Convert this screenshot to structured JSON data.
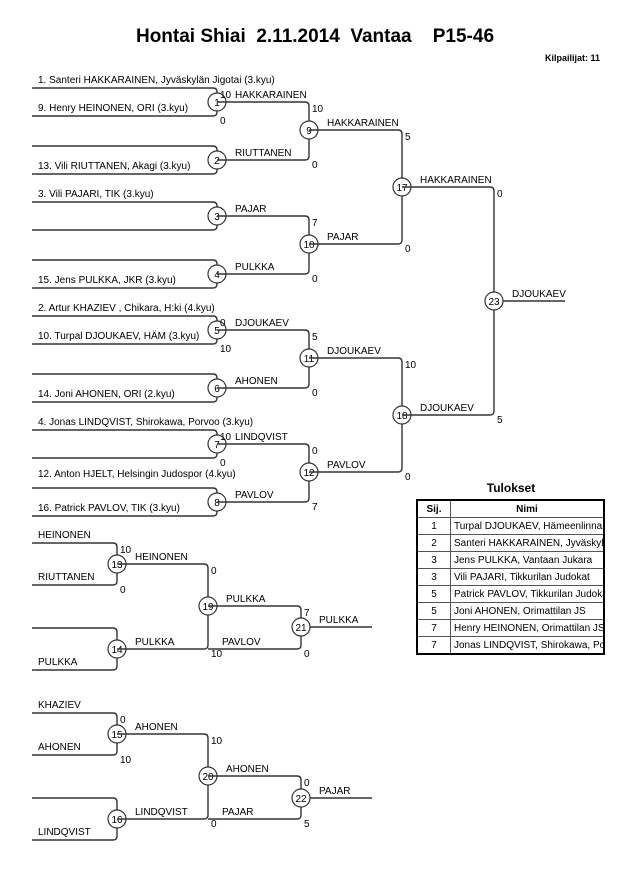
{
  "header": {
    "title": "Hontai Shiai  2.11.2014  Vantaa    P15-46",
    "competitors": "Kilpailijat: 11"
  },
  "entries": [
    {
      "slot": "1-top",
      "label": "1. Santeri HAKKARAINEN, Jyväskylän Jigotai (3.kyu)"
    },
    {
      "slot": "1-bottom",
      "label": "9. Henry HEINONEN, ORI (3.kyu)"
    },
    {
      "slot": "2-bottom",
      "label": "13. Vili RIUTTANEN, Akagi (3.kyu)"
    },
    {
      "slot": "3-top",
      "label": "3. Vili PAJARI, TIK (3.kyu)"
    },
    {
      "slot": "4-bottom",
      "label": "15. Jens PULKKA, JKR (3.kyu)"
    },
    {
      "slot": "5-top",
      "label": "2. Artur KHAZIEV , Chikara, H:ki (4.kyu)"
    },
    {
      "slot": "5-bottom",
      "label": "10. Turpal DJOUKAEV, HÄM (3.kyu)"
    },
    {
      "slot": "6-bottom",
      "label": "14. Joni AHONEN, ORI (2.kyu)"
    },
    {
      "slot": "7-top",
      "label": "4. Jonas LINDQVIST, Shirokawa, Porvoo (3.kyu)"
    },
    {
      "slot": "7-bottom",
      "label": "12. Anton HJELT, Helsingin Judospor (4.kyu)"
    },
    {
      "slot": "8-bottom",
      "label": "16. Patrick PAVLOV, TIK (3.kyu)"
    },
    {
      "slot": "13-top",
      "label": "HEINONEN"
    },
    {
      "slot": "13-bottom",
      "label": "RIUTTANEN"
    },
    {
      "slot": "14-bottom",
      "label": "PULKKA"
    },
    {
      "slot": "15-top",
      "label": "KHAZIEV"
    },
    {
      "slot": "15-bottom",
      "label": "AHONEN"
    },
    {
      "slot": "16-bottom",
      "label": "LINDQVIST"
    }
  ],
  "matches": [
    {
      "no": "1",
      "winner": "HAKKARAINEN",
      "top_score": "10",
      "bottom_score": "0"
    },
    {
      "no": "2",
      "winner": "RIUTTANEN",
      "top_score": "",
      "bottom_score": ""
    },
    {
      "no": "3",
      "winner": "PAJAR",
      "top_score": "",
      "bottom_score": ""
    },
    {
      "no": "4",
      "winner": "PULKKA",
      "top_score": "",
      "bottom_score": ""
    },
    {
      "no": "5",
      "winner": "DJOUKAEV",
      "top_score": "0",
      "bottom_score": "10"
    },
    {
      "no": "6",
      "winner": "AHONEN",
      "top_score": "",
      "bottom_score": ""
    },
    {
      "no": "7",
      "winner": "LINDQVIST",
      "top_score": "10",
      "bottom_score": "0"
    },
    {
      "no": "8",
      "winner": "PAVLOV",
      "top_score": "",
      "bottom_score": ""
    },
    {
      "no": "9",
      "winner": "HAKKARAINEN",
      "top_score": "10",
      "bottom_score": "0"
    },
    {
      "no": "10",
      "winner": "PAJAR",
      "top_score": "7",
      "bottom_score": "0"
    },
    {
      "no": "11",
      "winner": "DJOUKAEV",
      "top_score": "5",
      "bottom_score": "0"
    },
    {
      "no": "12",
      "winner": "PAVLOV",
      "top_score": "0",
      "bottom_score": "7"
    },
    {
      "no": "17",
      "winner": "HAKKARAINEN",
      "top_score": "5",
      "bottom_score": "0"
    },
    {
      "no": "18",
      "winner": "DJOUKAEV",
      "top_score": "10",
      "bottom_score": "0"
    },
    {
      "no": "23",
      "winner": "DJOUKAEV",
      "top_score": "0",
      "bottom_score": "5"
    },
    {
      "no": "13",
      "winner": "HEINONEN",
      "top_score": "10",
      "bottom_score": "0"
    },
    {
      "no": "14",
      "winner": "PULKKA",
      "top_score": "",
      "bottom_score": ""
    },
    {
      "no": "19",
      "winner": "PULKKA",
      "top_score": "0",
      "bottom_score": "10"
    },
    {
      "no": "21",
      "winner": "PULKKA",
      "top_score": "7",
      "bottom_score": "0"
    },
    {
      "no": "15",
      "winner": "AHONEN",
      "top_score": "0",
      "bottom_score": "10"
    },
    {
      "no": "16",
      "winner": "LINDQVIST",
      "top_score": "",
      "bottom_score": ""
    },
    {
      "no": "20",
      "winner": "AHONEN",
      "top_score": "10",
      "bottom_score": "0"
    },
    {
      "no": "22",
      "winner": "PAJAR",
      "top_score": "0",
      "bottom_score": "5"
    }
  ],
  "second_round_losers": {
    "19": "PAVLOV",
    "20": "PAJAR"
  },
  "results": {
    "title": "Tulokset",
    "headers": [
      "Sij.",
      "Nimi"
    ],
    "rows": [
      {
        "rank": "1",
        "name": "Turpal DJOUKAEV, Hämeenlinnan JS"
      },
      {
        "rank": "2",
        "name": "Santeri HAKKARAINEN, Jyväskylän Jigotai"
      },
      {
        "rank": "3",
        "name": "Jens PULKKA, Vantaan Jukara"
      },
      {
        "rank": "3",
        "name": "Vili PAJARI, Tikkurilan Judokat"
      },
      {
        "rank": "5",
        "name": "Patrick PAVLOV, Tikkurilan Judokat"
      },
      {
        "rank": "5",
        "name": "Joni AHONEN, Orimattilan JS"
      },
      {
        "rank": "7",
        "name": "Henry HEINONEN, Orimattilan JS"
      },
      {
        "rank": "7",
        "name": "Jonas LINDQVIST, Shirokawa, Porvoo"
      }
    ]
  }
}
